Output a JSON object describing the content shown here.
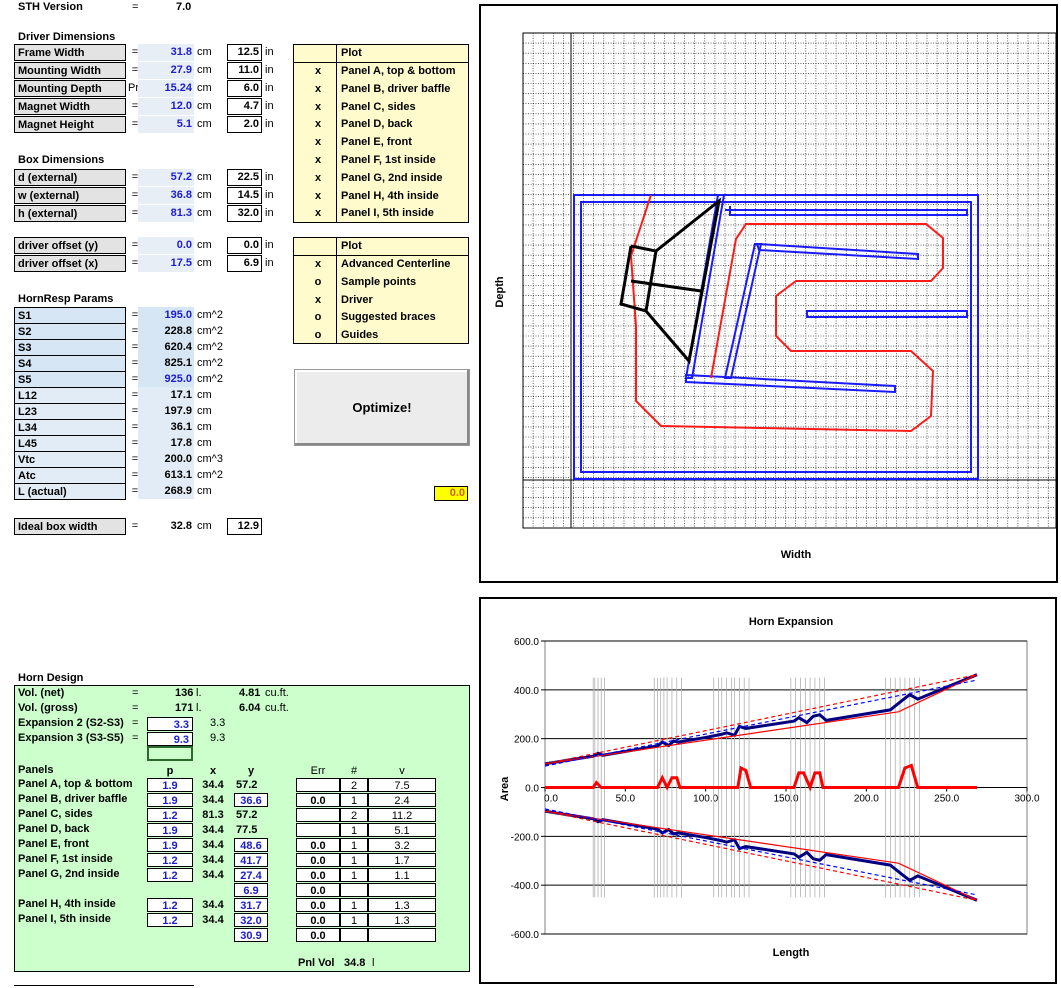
{
  "version": {
    "label": "STH Version",
    "eq": "=",
    "value": "7.0"
  },
  "driver": {
    "title": "Driver Dimensions",
    "rows": [
      {
        "label": "Frame Width",
        "eq": "=",
        "value": "31.8",
        "unit": "cm",
        "inch": "12.5",
        "iunit": "in"
      },
      {
        "label": "Mounting Width",
        "eq": "=",
        "value": "27.9",
        "unit": "cm",
        "inch": "11.0",
        "iunit": "in"
      },
      {
        "label": "Mounting Depth",
        "eq": "Pre",
        "value": "15.24",
        "unit": "cm",
        "inch": "6.0",
        "iunit": "in"
      },
      {
        "label": "Magnet Width",
        "eq": "=",
        "value": "12.0",
        "unit": "cm",
        "inch": "4.7",
        "iunit": "in"
      },
      {
        "label": "Magnet Height",
        "eq": "=",
        "value": "5.1",
        "unit": "cm",
        "inch": "2.0",
        "iunit": "in"
      }
    ]
  },
  "box": {
    "title": "Box Dimensions",
    "rows": [
      {
        "label": "d (external)",
        "eq": "=",
        "value": "57.2",
        "unit": "cm",
        "inch": "22.5",
        "iunit": "in"
      },
      {
        "label": "w (external)",
        "eq": "=",
        "value": "36.8",
        "unit": "cm",
        "inch": "14.5",
        "iunit": "in"
      },
      {
        "label": "h (external)",
        "eq": "=",
        "value": "81.3",
        "unit": "cm",
        "inch": "32.0",
        "iunit": "in"
      }
    ]
  },
  "offsets": [
    {
      "label": "driver offset (y)",
      "eq": "=",
      "value": "0.0",
      "unit": "cm",
      "inch": "0.0",
      "iunit": "in"
    },
    {
      "label": "driver offset (x)",
      "eq": "=",
      "value": "17.5",
      "unit": "cm",
      "inch": "6.9",
      "iunit": "in"
    }
  ],
  "plot_panels": {
    "title": "Plot",
    "items": [
      {
        "mark": "x",
        "label": "Panel A, top & bottom"
      },
      {
        "mark": "x",
        "label": "Panel B, driver baffle"
      },
      {
        "mark": "x",
        "label": "Panel C, sides"
      },
      {
        "mark": "x",
        "label": "Panel D, back"
      },
      {
        "mark": "x",
        "label": "Panel E, front"
      },
      {
        "mark": "x",
        "label": "Panel F, 1st inside"
      },
      {
        "mark": "x",
        "label": "Panel G, 2nd inside"
      },
      {
        "mark": "x",
        "label": "Panel H, 4th inside"
      },
      {
        "mark": "x",
        "label": "Panel I, 5th inside"
      }
    ]
  },
  "plot_options": {
    "title": "Plot",
    "items": [
      {
        "mark": "x",
        "label": "Advanced Centerline"
      },
      {
        "mark": "o",
        "label": "Sample points"
      },
      {
        "mark": "x",
        "label": "Driver"
      },
      {
        "mark": "o",
        "label": "Suggested braces"
      },
      {
        "mark": "o",
        "label": "Guides"
      }
    ]
  },
  "hornresp": {
    "title": "HornResp Params",
    "rows": [
      {
        "label": "S1",
        "eq": "=",
        "value": "195.0",
        "unit": "cm^2"
      },
      {
        "label": "S2",
        "eq": "=",
        "value": "228.8",
        "unit": "cm^2"
      },
      {
        "label": "S3",
        "eq": "=",
        "value": "620.4",
        "unit": "cm^2"
      },
      {
        "label": "S4",
        "eq": "=",
        "value": "825.1",
        "unit": "cm^2"
      },
      {
        "label": "S5",
        "eq": "=",
        "value": "925.0",
        "unit": "cm^2"
      },
      {
        "label": "L12",
        "eq": "=",
        "value": "17.1",
        "unit": "cm"
      },
      {
        "label": "L23",
        "eq": "=",
        "value": "197.9",
        "unit": "cm"
      },
      {
        "label": "L34",
        "eq": "=",
        "value": "36.1",
        "unit": "cm"
      },
      {
        "label": "L45",
        "eq": "=",
        "value": "17.8",
        "unit": "cm"
      },
      {
        "label": "Vtc",
        "eq": "=",
        "value": "200.0",
        "unit": "cm^3"
      },
      {
        "label": "Atc",
        "eq": "=",
        "value": "613.1",
        "unit": "cm^2"
      },
      {
        "label": "L (actual)",
        "eq": "=",
        "value": "268.9",
        "unit": "cm"
      }
    ]
  },
  "optimize": {
    "label": "Optimize!",
    "result": "0.0"
  },
  "ideal": {
    "label": "Ideal box width",
    "eq": "=",
    "value": "32.8",
    "unit": "cm",
    "inch": "12.9"
  },
  "horn_design": {
    "title": "Horn Design",
    "vol_net": {
      "label": "Vol. (net)",
      "eq": "=",
      "value": "136",
      "unit": "l.",
      "cuft": "4.81",
      "cuft_unit": "cu.ft."
    },
    "vol_gross": {
      "label": "Vol. (gross)",
      "eq": "=",
      "value": "171",
      "unit": "l.",
      "cuft": "6.04",
      "cuft_unit": "cu.ft."
    },
    "exp2": {
      "label": "Expansion 2 (S2-S3)",
      "eq": "=",
      "value": "3.3",
      "calc": "3.3"
    },
    "exp3": {
      "label": "Expansion 3 (S3-S5)",
      "eq": "=",
      "value": "9.3",
      "calc": "9.3"
    },
    "headers": {
      "panels": "Panels",
      "p": "p",
      "x": "x",
      "y": "y",
      "err": "Err",
      "num": "#",
      "v": "v"
    },
    "panels": [
      {
        "label": "Panel A, top & bottom",
        "p": "1.9",
        "x": "34.4",
        "y": "57.2",
        "err": "",
        "num": "2",
        "v": "7.5"
      },
      {
        "label": "Panel B, driver baffle",
        "p": "1.9",
        "x": "34.4",
        "y": "36.6",
        "err": "0.0",
        "num": "1",
        "v": "2.4"
      },
      {
        "label": "Panel C, sides",
        "p": "1.2",
        "x": "81.3",
        "y": "57.2",
        "err": "",
        "num": "2",
        "v": "11.2"
      },
      {
        "label": "Panel D, back",
        "p": "1.9",
        "x": "34.4",
        "y": "77.5",
        "err": "",
        "num": "1",
        "v": "5.1"
      },
      {
        "label": "Panel E, front",
        "p": "1.9",
        "x": "34.4",
        "y": "48.6",
        "err": "0.0",
        "num": "1",
        "v": "3.2"
      },
      {
        "label": "Panel F, 1st inside",
        "p": "1.2",
        "x": "34.4",
        "y": "41.7",
        "err": "0.0",
        "num": "1",
        "v": "1.7"
      },
      {
        "label": "Panel G, 2nd inside",
        "p": "1.2",
        "x": "34.4",
        "y": "27.4",
        "err": "0.0",
        "num": "1",
        "v": "1.1"
      },
      {
        "label": "",
        "p": "",
        "x": "",
        "y": "6.9",
        "err": "0.0",
        "num": "",
        "v": ""
      },
      {
        "label": "Panel H, 4th inside",
        "p": "1.2",
        "x": "34.4",
        "y": "31.7",
        "err": "0.0",
        "num": "1",
        "v": "1.3"
      },
      {
        "label": "Panel I, 5th inside",
        "p": "1.2",
        "x": "34.4",
        "y": "32.0",
        "err": "0.0",
        "num": "1",
        "v": "1.3"
      },
      {
        "label": "",
        "p": "",
        "x": "",
        "y": "30.9",
        "err": "0.0",
        "num": "",
        "v": ""
      }
    ],
    "pnl_vol": {
      "label": "Pnl Vol",
      "value": "34.8",
      "unit": "l"
    }
  },
  "layout_chart": {
    "xlabel": "Width",
    "ylabel": "Depth"
  },
  "colors": {
    "panel_blue": "#1a1aff",
    "centerline_red": "#ff1a1a",
    "driver_black": "#000000",
    "plot_yellow": "#fffbcc",
    "horn_green": "#ccffcc",
    "result_yellow": "#ffff00"
  },
  "chart_data": {
    "type": "line",
    "title": "Horn Expansion",
    "xlabel": "Length",
    "ylabel": "Area",
    "xlim": [
      0,
      300
    ],
    "ylim": [
      -600,
      600
    ],
    "xticks": [
      "0.0",
      "50.0",
      "100.0",
      "150.0",
      "200.0",
      "250.0",
      "300.0"
    ],
    "yticks": [
      "600.0",
      "400.0",
      "200.0",
      "0.0",
      "-200.0",
      "-400.0",
      "-600.0"
    ],
    "series": [
      {
        "color": "#000080",
        "style": "solid-thick",
        "x": [
          0,
          30,
          33,
          36,
          70,
          73,
          77,
          80,
          83,
          100,
          110,
          113,
          118,
          121,
          125,
          155,
          158,
          163,
          167,
          171,
          175,
          215,
          222,
          227,
          232,
          268.9
        ],
        "y": [
          97,
          128,
          140,
          132,
          170,
          186,
          172,
          190,
          186,
          205,
          218,
          224,
          214,
          250,
          242,
          272,
          286,
          266,
          292,
          298,
          275,
          318,
          355,
          380,
          362,
          462
        ]
      },
      {
        "color": "#ff0000",
        "style": "solid",
        "x": [
          0,
          220,
          268.9
        ],
        "y": [
          97,
          310,
          462
        ]
      },
      {
        "color": "#ff0000",
        "style": "dashed",
        "x": [
          0,
          268.9
        ],
        "y": [
          97,
          462
        ]
      },
      {
        "color": "#0000ff",
        "style": "dashed",
        "x": [
          0,
          268.9
        ],
        "y": [
          88,
          440
        ]
      },
      {
        "color": "#ff0000",
        "style": "solid-thick",
        "x": [
          0,
          30,
          32,
          35,
          70,
          73,
          76,
          79,
          82,
          84,
          120,
          122,
          125,
          128,
          155,
          158,
          161,
          165,
          168,
          171,
          173,
          220,
          224,
          228,
          232,
          268.9
        ],
        "y": [
          0,
          0,
          20,
          0,
          0,
          40,
          0,
          40,
          40,
          0,
          0,
          80,
          70,
          0,
          0,
          60,
          60,
          0,
          60,
          60,
          0,
          0,
          80,
          90,
          0,
          0
        ]
      }
    ],
    "mirror": true
  }
}
